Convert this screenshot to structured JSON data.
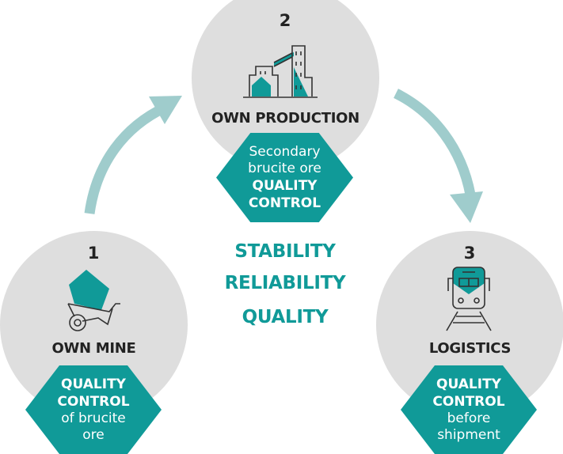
{
  "colors": {
    "teal": "#109a98",
    "circle_gray": "#dedede",
    "arrow": "#9fcccc",
    "text_dark": "#222222"
  },
  "center_values": [
    "STABILITY",
    "RELIABILITY",
    "QUALITY"
  ],
  "steps": [
    {
      "number": "1",
      "title": "OWN MINE",
      "icon": "wheelbarrow-icon",
      "box_lines": [
        {
          "text": "QUALITY",
          "bold": true
        },
        {
          "text": "CONTROL",
          "bold": true
        },
        {
          "text": "of brucite",
          "bold": false
        },
        {
          "text": "ore",
          "bold": false
        }
      ]
    },
    {
      "number": "2",
      "title": "OWN PRODUCTION",
      "icon": "factory-icon",
      "box_lines": [
        {
          "text": "Secondary",
          "bold": false
        },
        {
          "text": "brucite ore",
          "bold": false
        },
        {
          "text": "QUALITY",
          "bold": true
        },
        {
          "text": "CONTROL",
          "bold": true
        }
      ]
    },
    {
      "number": "3",
      "title": "LOGISTICS",
      "icon": "train-icon",
      "box_lines": [
        {
          "text": "QUALITY",
          "bold": true
        },
        {
          "text": "CONTROL",
          "bold": true
        },
        {
          "text": "before",
          "bold": false
        },
        {
          "text": "shipment",
          "bold": false
        }
      ]
    }
  ],
  "arrows": [
    {
      "from": "1",
      "to": "2"
    },
    {
      "from": "2",
      "to": "3"
    }
  ]
}
